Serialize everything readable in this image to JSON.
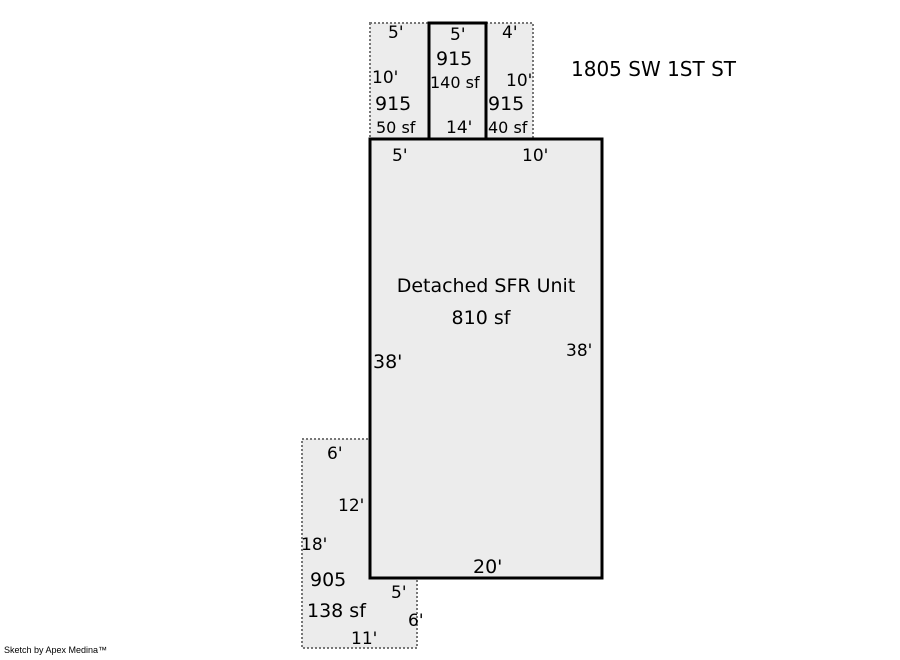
{
  "address": "1805 SW 1ST ST",
  "credit": "Sketch by Apex Medina™",
  "colors": {
    "fill": "#ececec",
    "stroke": "#000000",
    "dotted": "#777777"
  },
  "main": {
    "label": "Detached SFR Unit",
    "area": "810 sf",
    "dims": {
      "top_left": "5'",
      "top_right": "10'",
      "left": "38'",
      "right": "38'",
      "bottom": "20'"
    }
  },
  "areas": [
    {
      "code": "915",
      "area": "50 sf",
      "dims": [
        "5'",
        "10'"
      ]
    },
    {
      "code": "915",
      "area": "140 sf",
      "dims": [
        "5'",
        "14'"
      ]
    },
    {
      "code": "915",
      "area": "40 sf",
      "dims": [
        "4'",
        "10'"
      ]
    },
    {
      "code": "905",
      "area": "138 sf",
      "dims": [
        "6'",
        "12'",
        "18'",
        "5'",
        "6'",
        "11'"
      ]
    }
  ]
}
